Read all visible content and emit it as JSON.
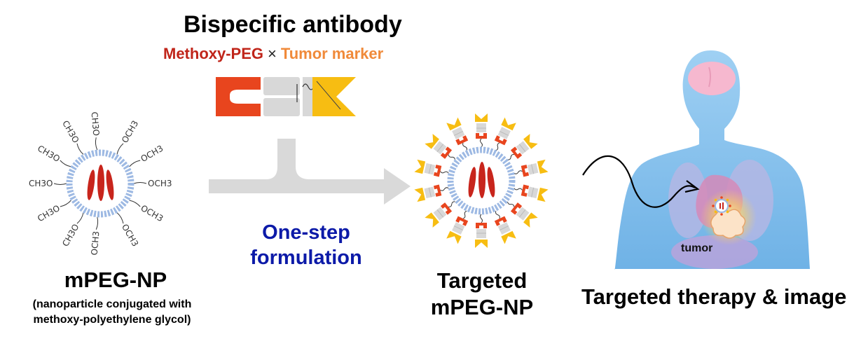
{
  "title": "Bispecific antibody",
  "subtitle": {
    "left": "Methoxy-PEG",
    "sep": "×",
    "right": "Tumor marker"
  },
  "process_label": "One-step formulation",
  "nanoparticle": {
    "name": "mPEG-NP",
    "description": "(nanoparticle conjugated with methoxy-polyethylene glycol)",
    "group_labels": [
      "CH3O",
      "CH3O",
      "CH3O",
      "CH3O",
      "CH3O",
      "CH3O",
      "OCH3",
      "OCH3",
      "OCH3",
      "OCH3",
      "OCH3",
      "OCH3"
    ]
  },
  "targeted": {
    "name": "Targeted mPEG-NP"
  },
  "outcome": {
    "label": "Targeted therapy & image",
    "tumor_label": "tumor"
  },
  "colors": {
    "methoxy_red": "#c0251a",
    "tumor_orange": "#f08a3a",
    "antibody_red": "#e8451e",
    "antibody_yellow": "#f7bd12",
    "antibody_gray": "#d8d8d8",
    "membrane_blue": "#9db9e3",
    "cargo_red": "#c8251c",
    "arrow_gray": "#d9d9d9",
    "step_blue": "#0c1aa8",
    "body_blue": "#8ec4ec"
  }
}
